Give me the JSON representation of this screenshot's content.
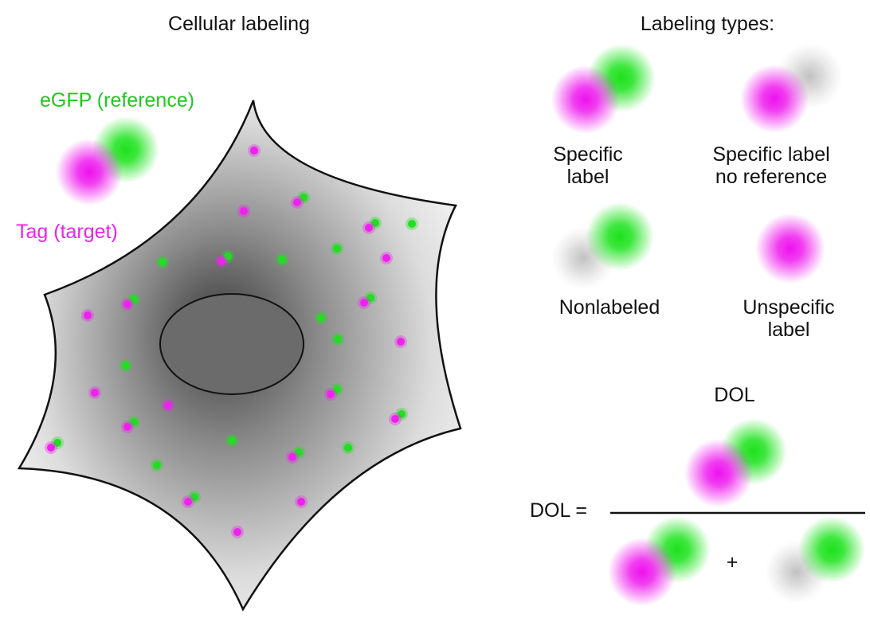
{
  "left_panel": {
    "title": "Cellular labeling",
    "reference_label": "eGFP (reference)",
    "target_label": "Tag (target)"
  },
  "right_panel": {
    "title": "Labeling types:",
    "types": [
      {
        "line1": "Specific",
        "line2": "label"
      },
      {
        "line1": "Specific label",
        "line2": "no reference"
      },
      {
        "line1": "Nonlabeled",
        "line2": ""
      },
      {
        "line1": "Unspecific",
        "line2": "label"
      }
    ],
    "dol_title": "DOL",
    "dol_lhs": "DOL =",
    "plus": "+"
  },
  "colors": {
    "reference": "#22dd22",
    "target": "#ee22ee",
    "nonlabeled": "#c8c8c8",
    "nucleus": "#6b6b6b",
    "cell_outline": "#111111"
  }
}
